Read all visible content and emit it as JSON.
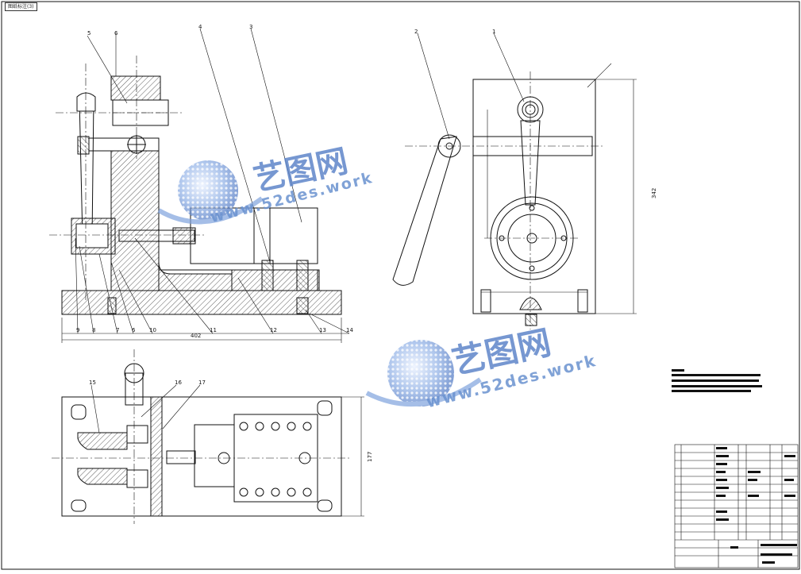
{
  "sheet_tag": "图纸标注(3)",
  "dimensions": {
    "overall_length": "402",
    "overall_height": "342",
    "plan_width": "177"
  },
  "callouts_top": [
    "5",
    "6",
    "4",
    "3"
  ],
  "callouts_right": [
    "2",
    "1"
  ],
  "callouts_bottom": [
    "9",
    "8",
    "7",
    "6",
    "10",
    "11",
    "12",
    "13",
    "14"
  ],
  "callouts_plan": [
    "15",
    "16",
    "17"
  ],
  "watermark": {
    "title": "艺图网",
    "url": "www.52des.work"
  },
  "colors": {
    "line": "#111111",
    "hatch": "#333333",
    "watermark": "#5f86c9"
  },
  "icons": [
    "watermark-sphere-icon"
  ]
}
